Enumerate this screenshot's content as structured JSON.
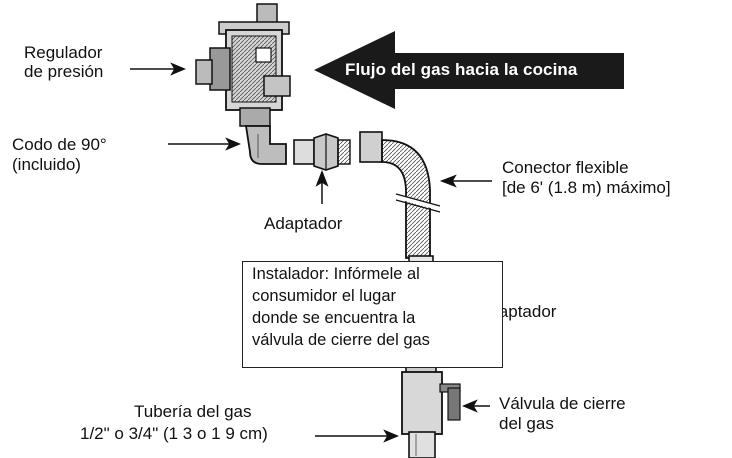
{
  "flow_arrow": {
    "text": "Flujo del gas hacia la cocina"
  },
  "labels": {
    "regulator": [
      "Regulador",
      "de presión"
    ],
    "elbow": [
      "Codo de 90°",
      "(incluido)"
    ],
    "adapter_top": "Adaptador",
    "connector": [
      "Conector flexible",
      "[de 6' (1.8 m) máximo]"
    ],
    "adapter_bottom": "Adaptador",
    "pipe": [
      "Tubería del gas",
      "1/2\" o 3/4\" (1 3 o 1 9 cm)"
    ],
    "valve": [
      "Válvula de cierre",
      "del gas"
    ]
  },
  "note": {
    "lines": [
      "Instalador: Infórmele al",
      "consumidor el lugar",
      "donde se encuentra la",
      "válvula de cierre del gas"
    ]
  }
}
